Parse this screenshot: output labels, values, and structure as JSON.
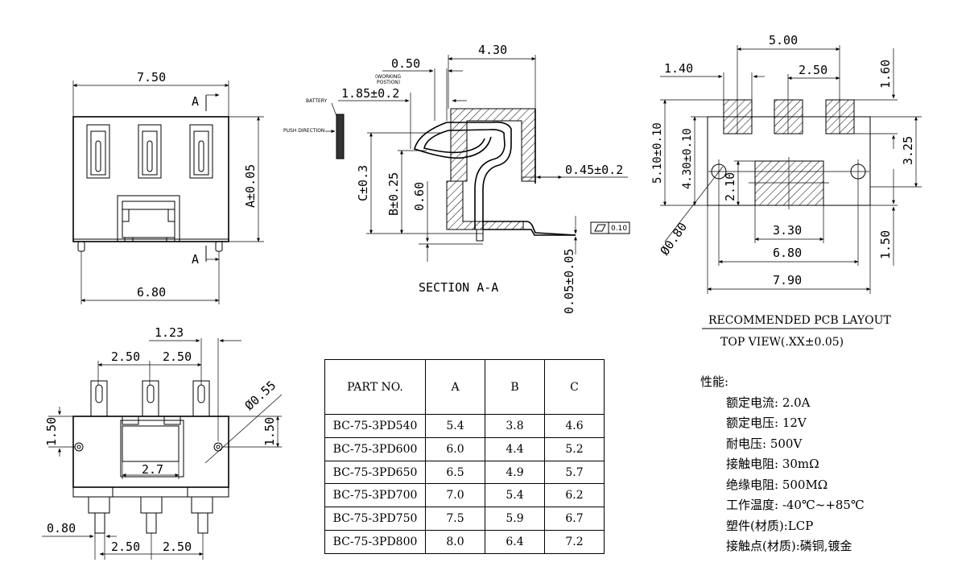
{
  "front_view": {
    "width_top": "7.50",
    "width_bottom": "6.80",
    "height_label": "A±0.05",
    "section_marker": "A"
  },
  "section_view": {
    "dim_430": "4.30",
    "dim_050": "0.50",
    "working_position": [
      "(WORKING",
      "POSTION)"
    ],
    "battery": "BATTERY",
    "push_direction": "PUSH DIRECTION",
    "dim_185": "1.85±0.2",
    "dim_045": "0.45±0.2",
    "dim_c": "C±0.3",
    "dim_b": "B±0.25",
    "dim_060": "0.60",
    "dim_005": "0.05±0.05",
    "flatness": "0.10",
    "title": "SECTION A-A"
  },
  "pcb_layout": {
    "dim_500": "5.00",
    "dim_140": "1.40",
    "dim_250": "2.50",
    "dim_160": "1.60",
    "dim_510": "5.10±0.10",
    "dim_430": "4.30±0.10",
    "dim_210": "2.10",
    "dim_325": "3.25",
    "dim_080": "Ø0.80",
    "dim_330": "3.30",
    "dim_680": "6.80",
    "dim_790": "7.90",
    "dim_150": "1.50",
    "title": "RECOMMENDED PCB LAYOUT",
    "subtitle": "TOP VIEW(.XX±0.05)"
  },
  "bottom_view": {
    "dim_123": "1.23",
    "dim_250a": "2.50",
    "dim_250b": "2.50",
    "dim_055": "Ø0.55",
    "dim_150l": "1.50",
    "dim_150r": "1.50",
    "dim_27": "2.7",
    "dim_080": "0.80",
    "dim_250c": "2.50",
    "dim_250d": "2.50"
  },
  "parts_table": {
    "headers": [
      "PART NO.",
      "A",
      "B",
      "C"
    ],
    "rows": [
      [
        "BC-75-3PD540",
        "5.4",
        "3.8",
        "4.6"
      ],
      [
        "BC-75-3PD600",
        "6.0",
        "4.4",
        "5.2"
      ],
      [
        "BC-75-3PD650",
        "6.5",
        "4.9",
        "5.7"
      ],
      [
        "BC-75-3PD700",
        "7.0",
        "5.4",
        "6.2"
      ],
      [
        "BC-75-3PD750",
        "7.5",
        "5.9",
        "6.7"
      ],
      [
        "BC-75-3PD800",
        "8.0",
        "6.4",
        "7.2"
      ]
    ]
  },
  "specs": {
    "title": "性能:",
    "items": [
      "额定电流: 2.0A",
      "额定电压: 12V",
      "耐电压: 500V",
      "接触电阻: 30mΩ",
      "绝缘电阻: 500MΩ",
      "工作温度: -40℃~+85℃",
      "塑件(材质):LCP",
      "接触点(材质):磷铜,镀金"
    ]
  }
}
